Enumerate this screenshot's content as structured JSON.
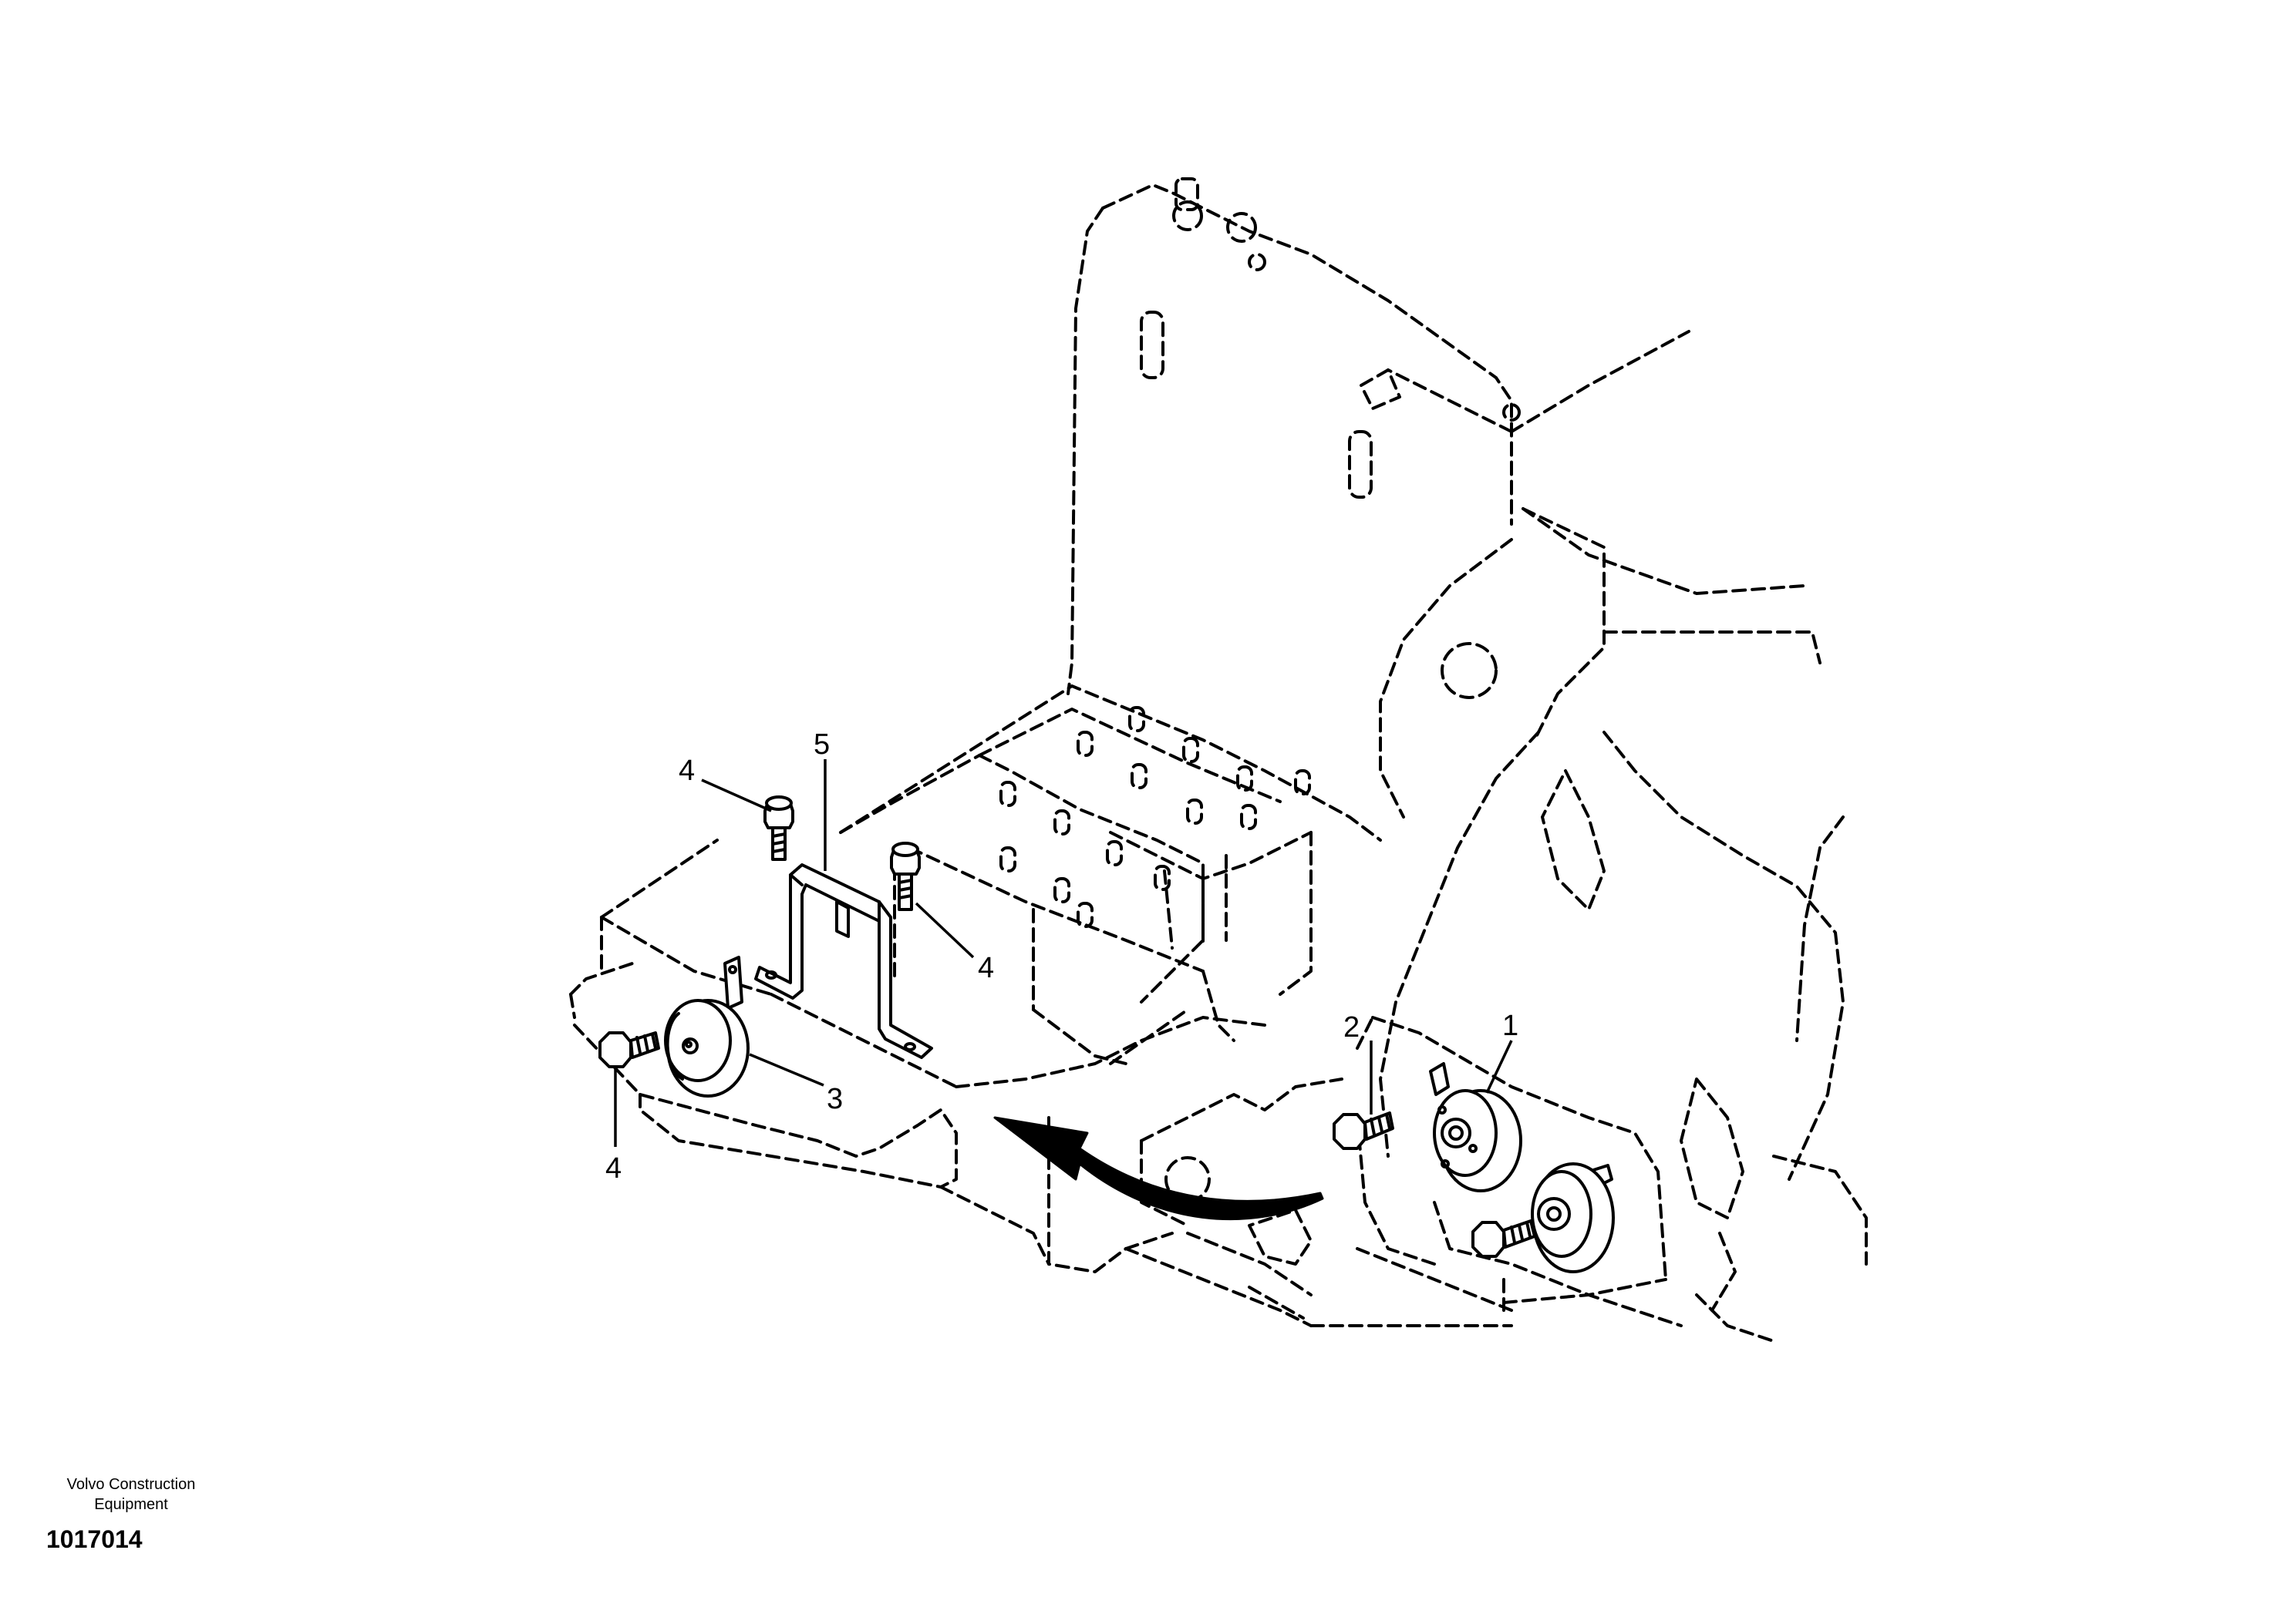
{
  "diagram": {
    "callouts": [
      {
        "id": "callout-1",
        "label": "1"
      },
      {
        "id": "callout-2",
        "label": "2"
      },
      {
        "id": "callout-3",
        "label": "3"
      },
      {
        "id": "callout-4a",
        "label": "4"
      },
      {
        "id": "callout-4b",
        "label": "4"
      },
      {
        "id": "callout-4c",
        "label": "4"
      },
      {
        "id": "callout-5",
        "label": "5"
      }
    ]
  },
  "footer": {
    "company_line1": "Volvo Construction",
    "company_line2": "Equipment",
    "drawing_number": "1017014"
  }
}
